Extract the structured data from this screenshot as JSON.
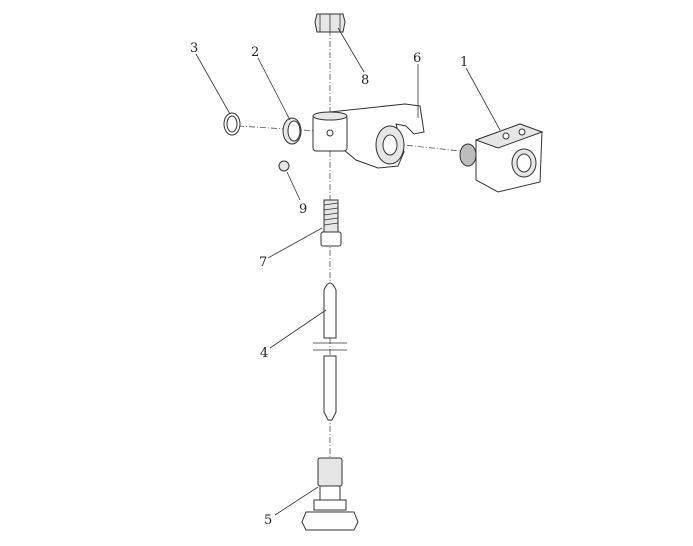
{
  "parts": [
    {
      "id": "p1",
      "label": "1"
    },
    {
      "id": "p2",
      "label": "2"
    },
    {
      "id": "p3",
      "label": "3"
    },
    {
      "id": "p4",
      "label": "4"
    },
    {
      "id": "p5",
      "label": "5"
    },
    {
      "id": "p6",
      "label": "6"
    },
    {
      "id": "p7",
      "label": "7"
    },
    {
      "id": "p8",
      "label": "8"
    },
    {
      "id": "p9",
      "label": "9"
    }
  ]
}
